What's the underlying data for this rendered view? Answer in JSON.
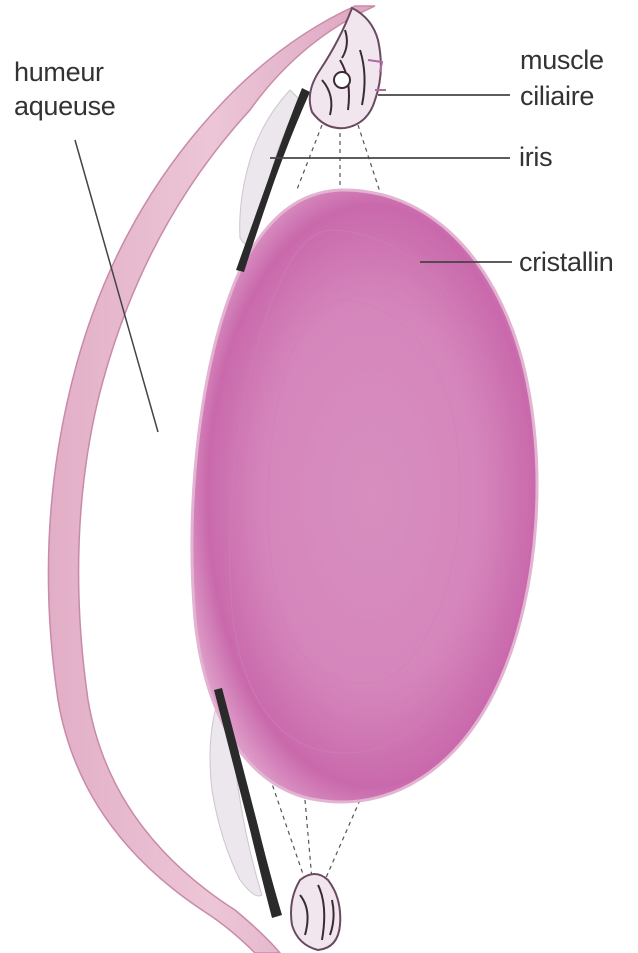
{
  "labels": {
    "aqueous_humor_line1": "humeur",
    "aqueous_humor_line2": "aqueuse",
    "ciliary_muscle_line1": "muscle",
    "ciliary_muscle_line2": "ciliaire",
    "iris": "iris",
    "lens": "cristallin"
  },
  "colors": {
    "lens_fill": "#d98cc0",
    "lens_dark": "#b9569a",
    "cornea": "#e7b9cf",
    "cornea_edge": "#c88aa8",
    "iris_line": "#2a2a2a",
    "leader_line": "#444444",
    "tissue_pale": "#ece7ec"
  },
  "icons": {
    "ciliary_body": "ciliary-tissue",
    "iris": "iris-stroke"
  }
}
